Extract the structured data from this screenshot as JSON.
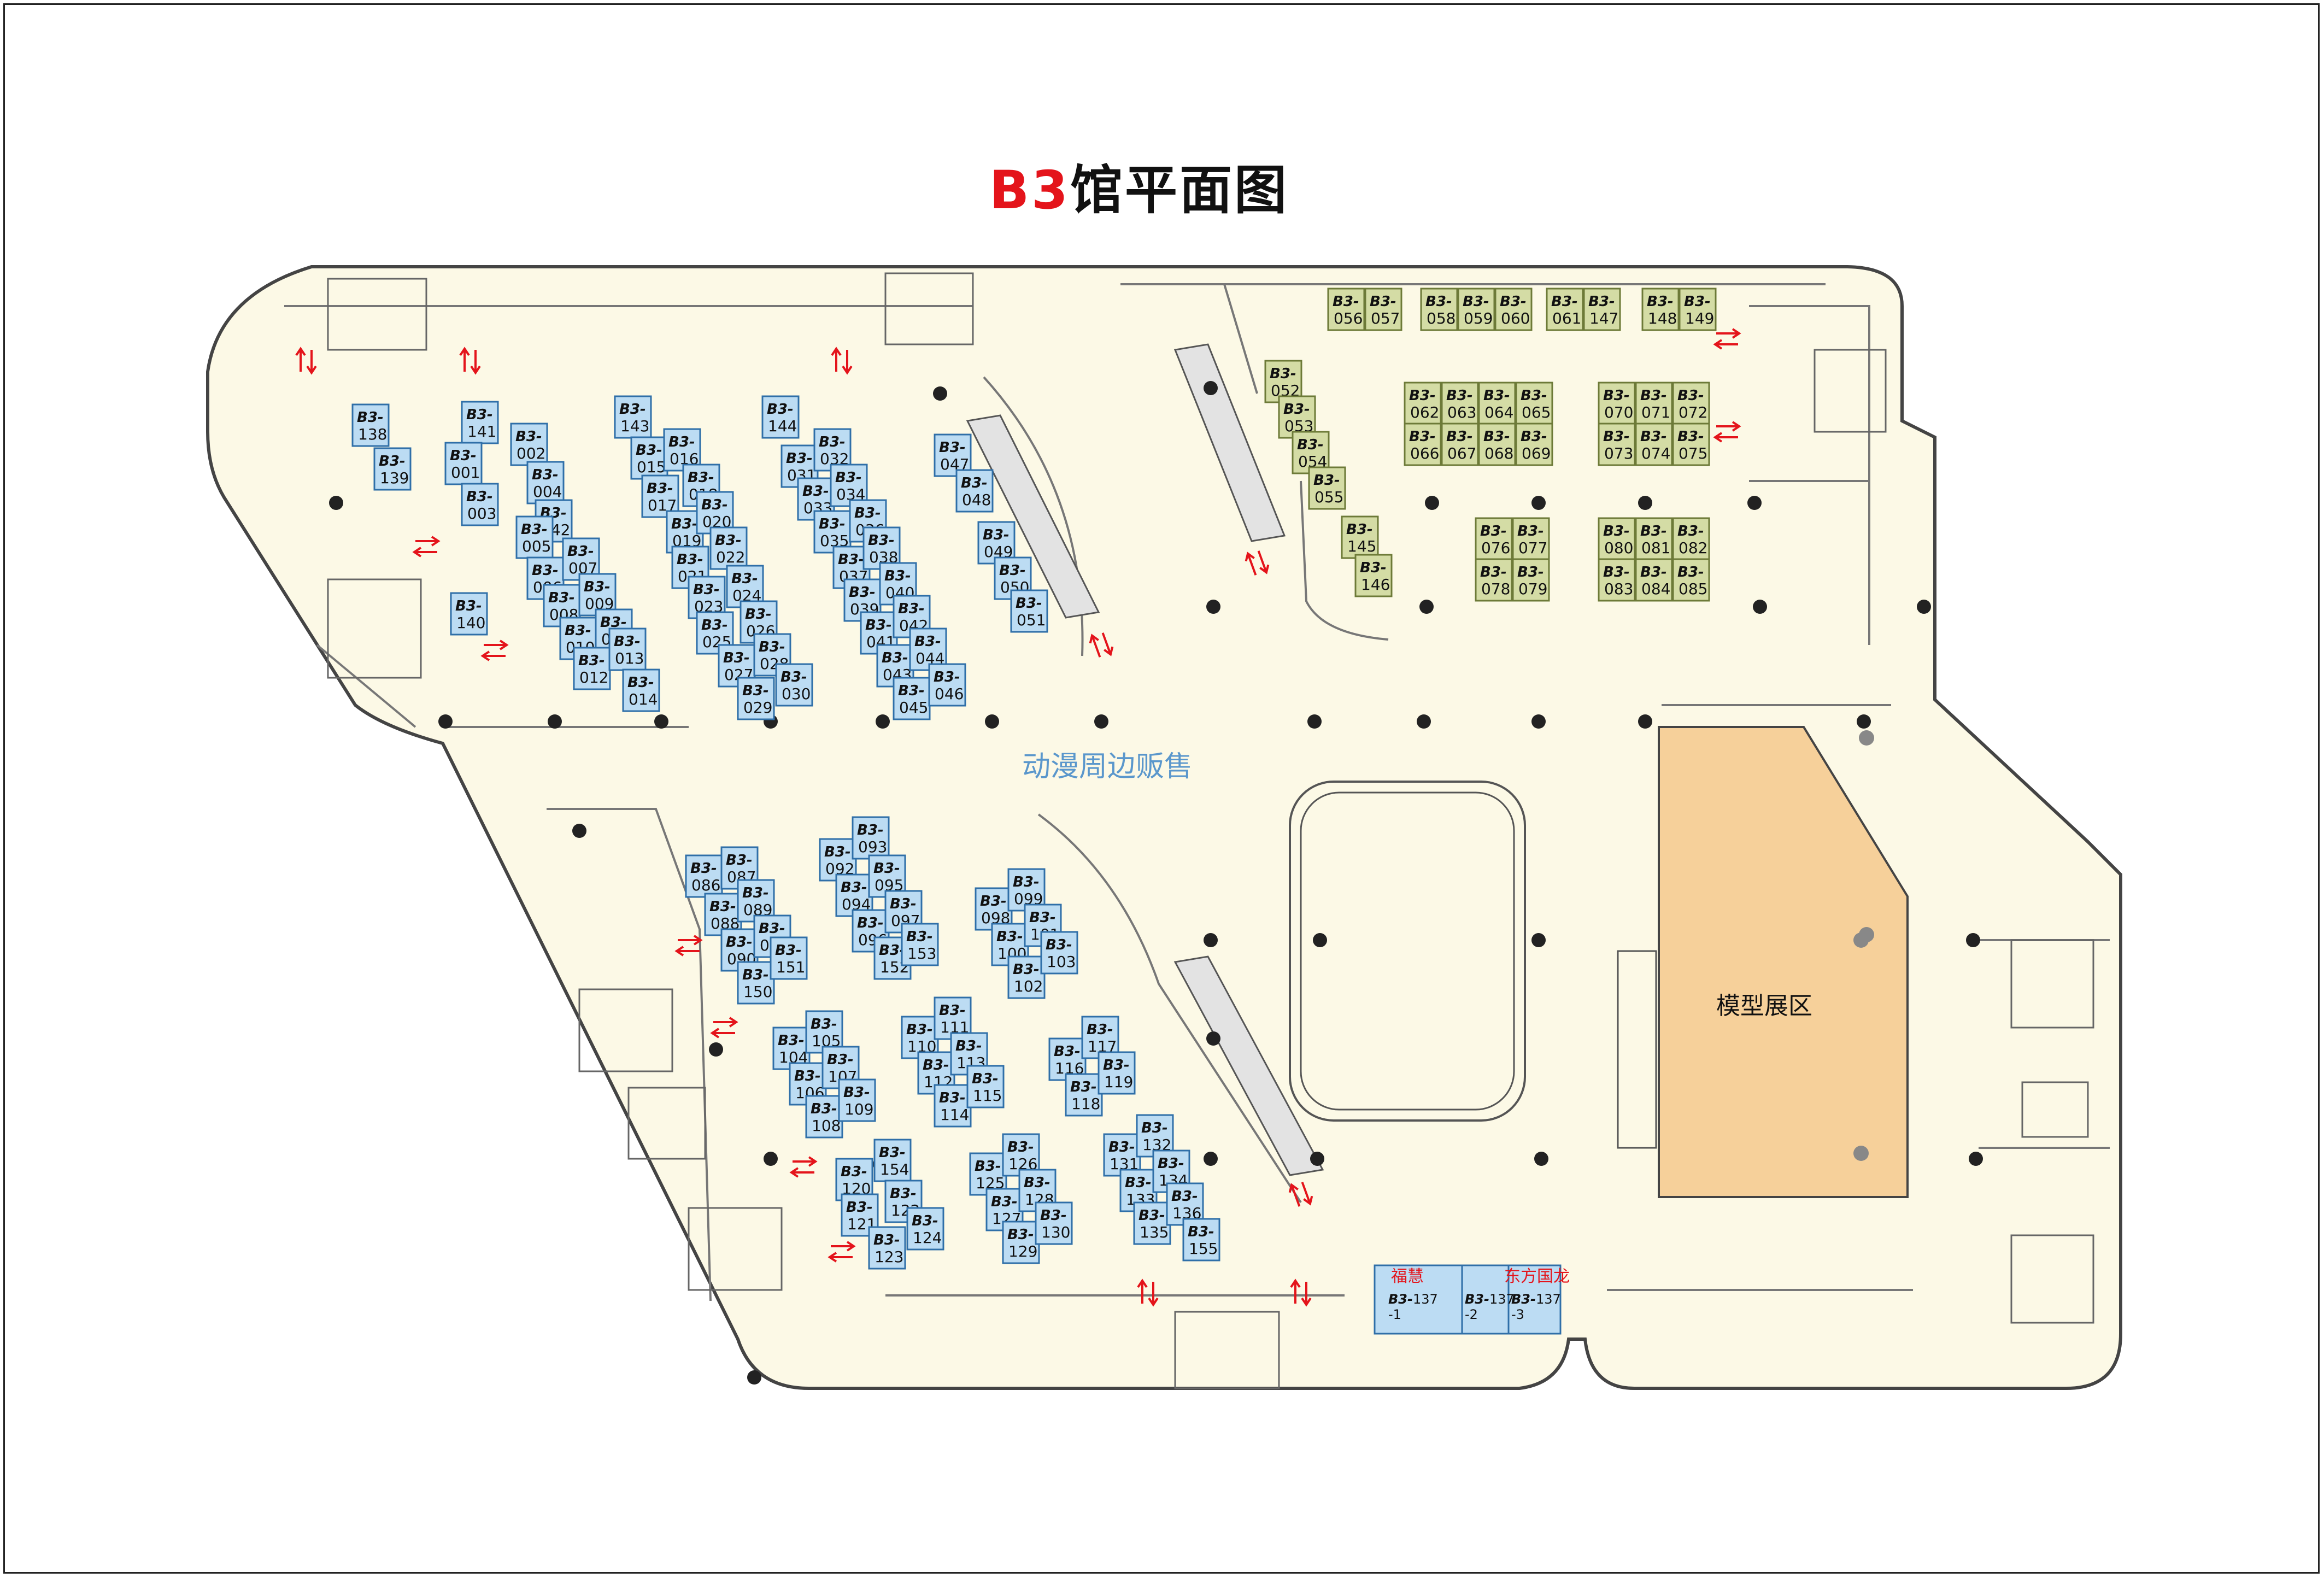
{
  "title": {
    "prefix": "B3",
    "rest": "馆平面图"
  },
  "colors": {
    "floor": "#fcf9e6",
    "wall": "#444444",
    "booth_blue_fill": "#bcdcf3",
    "booth_blue_stroke": "#2f6fa8",
    "booth_green_fill": "#d4dca5",
    "booth_green_stroke": "#6d7a38",
    "model_zone_fill": "#f6d09a",
    "arrow_red": "#e4141b",
    "label_blue": "#5a97cc"
  },
  "labels": {
    "anime_merch": "动漫周边贩售",
    "model_zone": "模型展区",
    "fuhui": "福慧",
    "dongfang": "东方国龙"
  },
  "booth_prefix": "B3-",
  "booths_blue": [
    "138",
    "139",
    "140",
    "141",
    "001",
    "002",
    "003",
    "004",
    "142",
    "005",
    "006",
    "007",
    "008",
    "009",
    "010",
    "011",
    "012",
    "013",
    "014",
    "143",
    "015",
    "016",
    "017",
    "018",
    "019",
    "020",
    "021",
    "022",
    "023",
    "024",
    "025",
    "026",
    "027",
    "028",
    "029",
    "030",
    "144",
    "031",
    "032",
    "033",
    "034",
    "035",
    "036",
    "037",
    "038",
    "039",
    "040",
    "041",
    "042",
    "043",
    "044",
    "045",
    "046",
    "047",
    "048",
    "049",
    "050",
    "051",
    "086",
    "087",
    "088",
    "089",
    "090",
    "091",
    "150",
    "151",
    "092",
    "093",
    "094",
    "095",
    "096",
    "097",
    "152",
    "153",
    "098",
    "099",
    "100",
    "101",
    "102",
    "103",
    "104",
    "105",
    "106",
    "107",
    "108",
    "109",
    "110",
    "111",
    "112",
    "113",
    "114",
    "115",
    "116",
    "117",
    "118",
    "119",
    "120",
    "154",
    "121",
    "122",
    "123",
    "124",
    "125",
    "126",
    "127",
    "128",
    "129",
    "130",
    "131",
    "132",
    "133",
    "134",
    "135",
    "136",
    "155"
  ],
  "booths_green": [
    "056",
    "057",
    "058",
    "059",
    "060",
    "061",
    "147",
    "148",
    "149",
    "052",
    "053",
    "054",
    "055",
    "145",
    "146",
    "062",
    "063",
    "064",
    "065",
    "066",
    "067",
    "068",
    "069",
    "070",
    "071",
    "072",
    "073",
    "074",
    "075",
    "076",
    "077",
    "078",
    "079",
    "080",
    "081",
    "082",
    "083",
    "084",
    "085"
  ],
  "booths_special": [
    {
      "id": "137",
      "suffix": "-1"
    },
    {
      "id": "137",
      "suffix": "-2"
    },
    {
      "id": "137",
      "suffix": "-3"
    }
  ]
}
